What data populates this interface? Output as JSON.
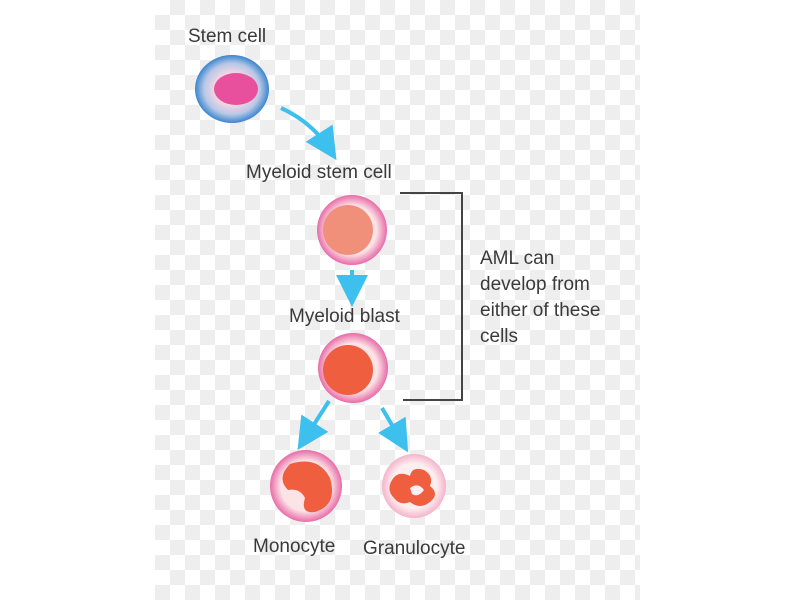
{
  "labels": {
    "stem_cell": "Stem cell",
    "myeloid_stem_cell": "Myeloid stem cell",
    "myeloid_blast": "Myeloid blast",
    "monocyte": "Monocyte",
    "granulocyte": "Granulocyte"
  },
  "annotation": [
    "AML can",
    "develop from",
    "either of these",
    "cells"
  ],
  "colors": {
    "arrow": "#3ec0ee",
    "bracket": "#444444",
    "nucleus_blast": "#ef5e3f",
    "stem_nucleus": "#e84f9c"
  }
}
